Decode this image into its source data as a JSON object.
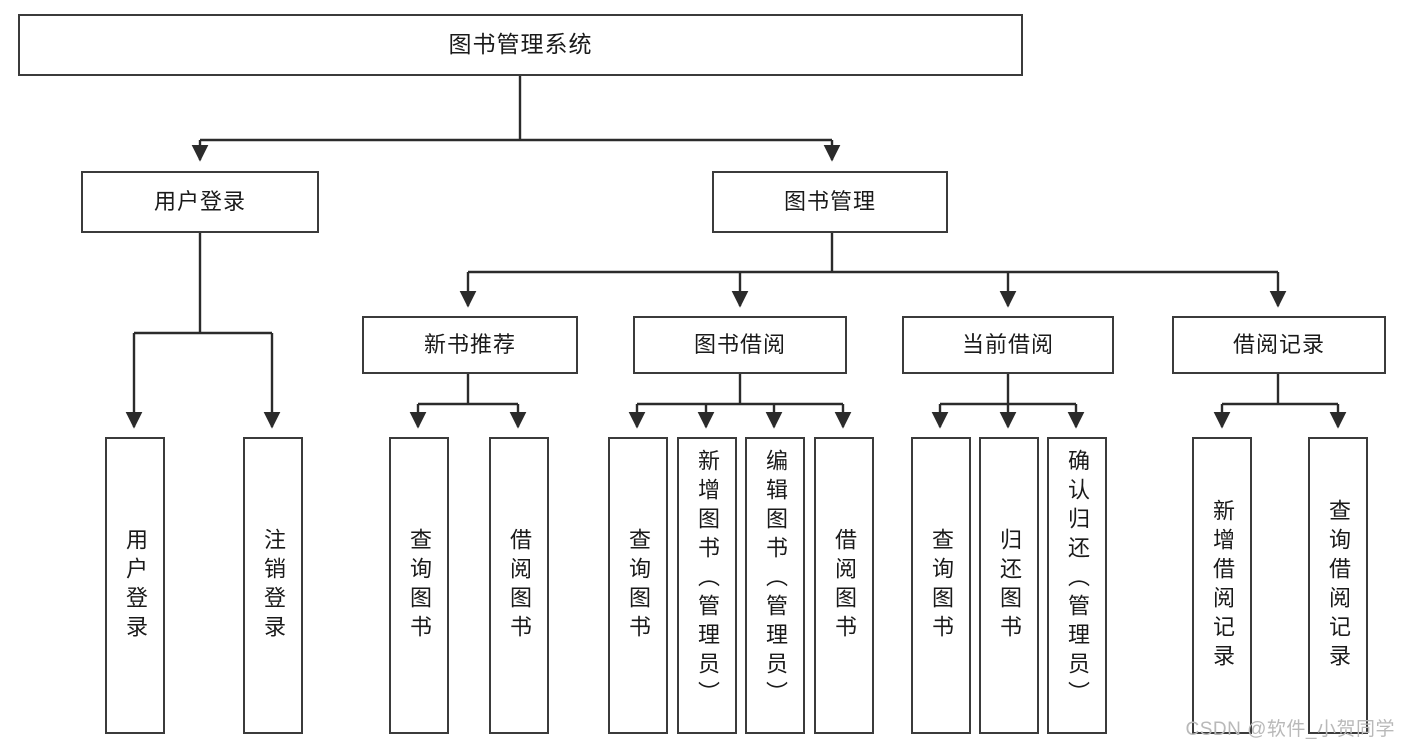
{
  "diagram": {
    "title": "图书管理系统",
    "watermark": "CSDN @软件_小贺同学",
    "colors": {
      "box_border": "#3b3b3b",
      "connector": "#2b2b2b",
      "text": "#1a1a1a",
      "background": "#ffffff",
      "watermark": "#b9b9b9"
    },
    "levels": {
      "root": {
        "label": "图书管理系统"
      },
      "level1": [
        {
          "label": "用户登录"
        },
        {
          "label": "图书管理"
        }
      ],
      "level2": [
        {
          "label": "新书推荐"
        },
        {
          "label": "图书借阅"
        },
        {
          "label": "当前借阅"
        },
        {
          "label": "借阅记录"
        }
      ],
      "leaves": {
        "user_login": [
          {
            "label": "用户登录"
          },
          {
            "label": "注销登录"
          }
        ],
        "new_book_recommend": [
          {
            "label": "查询图书"
          },
          {
            "label": "借阅图书"
          }
        ],
        "book_borrow": [
          {
            "label": "查询图书"
          },
          {
            "label": "新增图书（管理员）"
          },
          {
            "label": "编辑图书（管理员）"
          },
          {
            "label": "借阅图书"
          }
        ],
        "current_borrow": [
          {
            "label": "查询图书"
          },
          {
            "label": "归还图书"
          },
          {
            "label": "确认归还（管理员）"
          }
        ],
        "borrow_record": [
          {
            "label": "新增借阅记录"
          },
          {
            "label": "查询借阅记录"
          }
        ]
      }
    }
  }
}
